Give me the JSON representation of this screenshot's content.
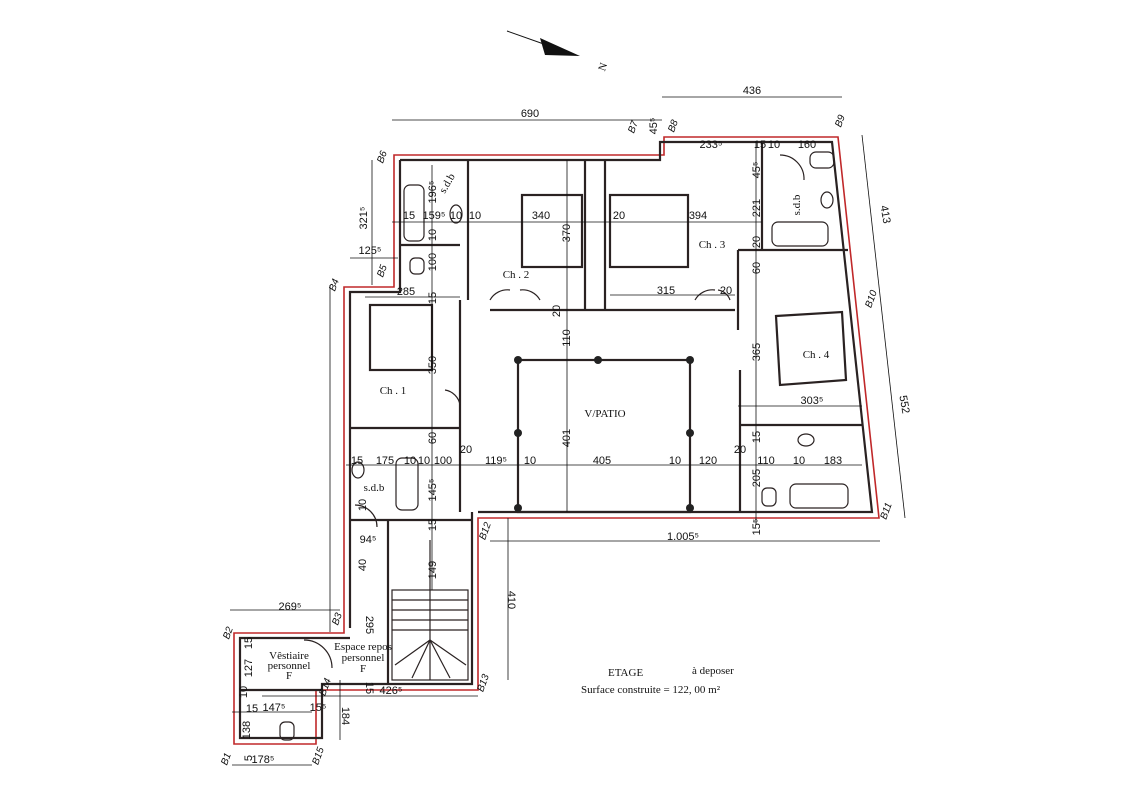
{
  "title": {
    "main": "ETAGE",
    "note": "à deposer",
    "surface": "Surface construite = 122, 00 m²"
  },
  "north_label": "N",
  "rooms": [
    "Ch . 1",
    "Ch . 2",
    "Ch . 3",
    "Ch . 4",
    "V/PATIO",
    "s.d.b",
    "s.d.b",
    "s.d.b",
    "Vêstiaire",
    "personnel",
    "F",
    "Espace repos",
    "personnel",
    "F"
  ],
  "axes": [
    "B1",
    "B2",
    "B3",
    "B4",
    "B5",
    "B6",
    "B7",
    "B8",
    "B9",
    "B10",
    "B11",
    "B12",
    "B13",
    "B14",
    "B15"
  ],
  "dimensions": [
    "690",
    "436",
    "45⁵",
    "321⁵",
    "125⁵",
    "15",
    "159⁵",
    "10",
    "10",
    "340",
    "370",
    "20",
    "394",
    "233⁵",
    "15",
    "10",
    "160",
    "45⁵",
    "221",
    "20",
    "60",
    "196⁵",
    "10",
    "100",
    "285",
    "15",
    "315",
    "20",
    "20",
    "110",
    "350",
    "365",
    "303⁵",
    "401",
    "60",
    "15",
    "175",
    "10",
    "10",
    "100",
    "20",
    "119⁵",
    "10",
    "405",
    "10",
    "120",
    "20",
    "15",
    "110",
    "10",
    "183",
    "205",
    "145⁵",
    "10",
    "15",
    "15⁵",
    "1.005⁵",
    "94⁵",
    "40",
    "149",
    "410",
    "413",
    "552",
    "269⁵",
    "295",
    "15",
    "127",
    "15",
    "426⁵",
    "10",
    "15",
    "147⁵",
    "15⁵",
    "184",
    "138",
    "5",
    "178⁵"
  ],
  "colors": {
    "outline": "#c0282a",
    "wall": "#2a2222"
  }
}
